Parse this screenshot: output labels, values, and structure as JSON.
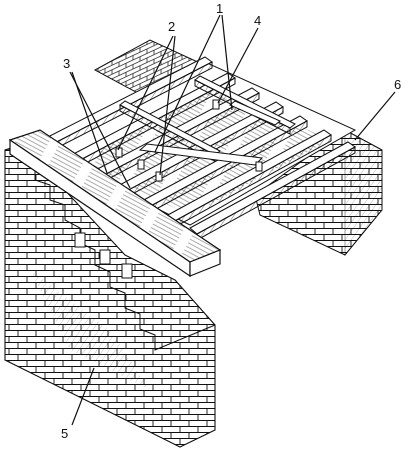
{
  "figure": {
    "callouts": [
      {
        "id": "1",
        "text": "1"
      },
      {
        "id": "2",
        "text": "2"
      },
      {
        "id": "3",
        "text": "3"
      },
      {
        "id": "4",
        "text": "4"
      },
      {
        "id": "5",
        "text": "5"
      },
      {
        "id": "6",
        "text": "6"
      }
    ]
  },
  "colors": {
    "ink": "#111111",
    "wood": "#ffffff",
    "paper": "#ffffff"
  }
}
